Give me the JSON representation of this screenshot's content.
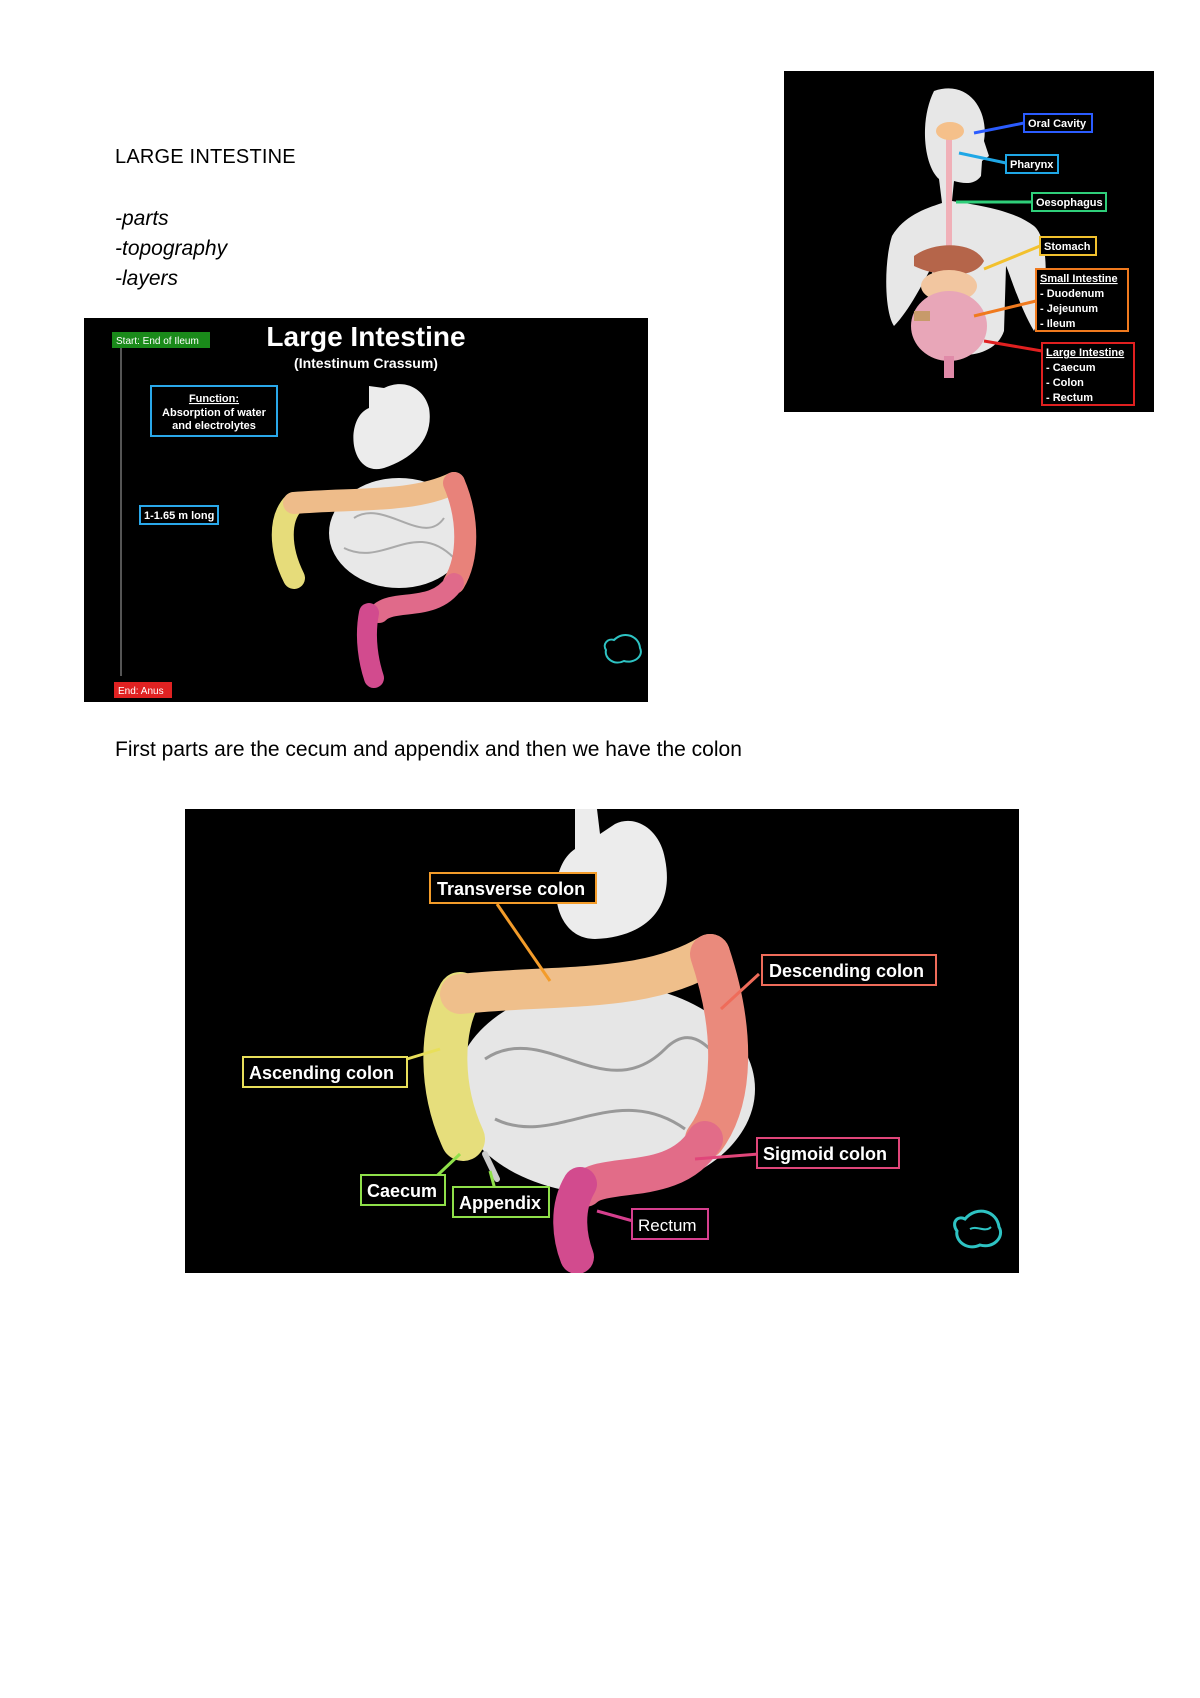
{
  "document": {
    "heading": "LARGE INTESTINE",
    "topics": [
      "-parts",
      "-topography",
      "-layers"
    ],
    "sentence": "First parts are the cecum and appendix and then we have the colon"
  },
  "digestive_figure": {
    "labels": {
      "oral_cavity": "Oral Cavity",
      "pharynx": "Pharynx",
      "oesophagus": "Oesophagus",
      "stomach": "Stomach",
      "small_intestine": "Small Intestine",
      "small_intestine_parts": [
        "- Duodenum",
        "- Jejeunum",
        "- Ileum"
      ],
      "large_intestine": "Large Intestine",
      "large_intestine_parts": [
        "- Caecum",
        "- Colon",
        "- Rectum"
      ]
    },
    "colors": {
      "oral_cavity": "#2b5cff",
      "pharynx": "#1fa7e6",
      "oesophagus": "#2fcf7a",
      "stomach": "#f2c12e",
      "small_intestine": "#f07a1e",
      "large_intestine": "#e02020"
    }
  },
  "large_intestine_slide": {
    "title": "Large Intestine",
    "subtitle": "(Intestinum Crassum)",
    "start_label": "Start: End of Ileum",
    "end_label": "End: Anus",
    "function_heading": "Function:",
    "function_lines": [
      "Absorption of water",
      "and electrolytes"
    ],
    "length_label": "1-1.65 m long",
    "colors": {
      "start": "#1a8a1a",
      "end": "#e02222",
      "box": "#2aa8ea"
    }
  },
  "colon_figure": {
    "labels": {
      "transverse": "Transverse colon",
      "descending": "Descending colon",
      "ascending": "Ascending colon",
      "sigmoid": "Sigmoid colon",
      "caecum": "Caecum",
      "appendix": "Appendix",
      "rectum": "Rectum"
    },
    "colors": {
      "transverse": "#f39c2a",
      "descending": "#ef6c5a",
      "ascending": "#e8df5a",
      "sigmoid": "#e0467a",
      "caecum": "#8fe04a",
      "appendix": "#8fe04a",
      "rectum": "#d63f8e"
    }
  }
}
